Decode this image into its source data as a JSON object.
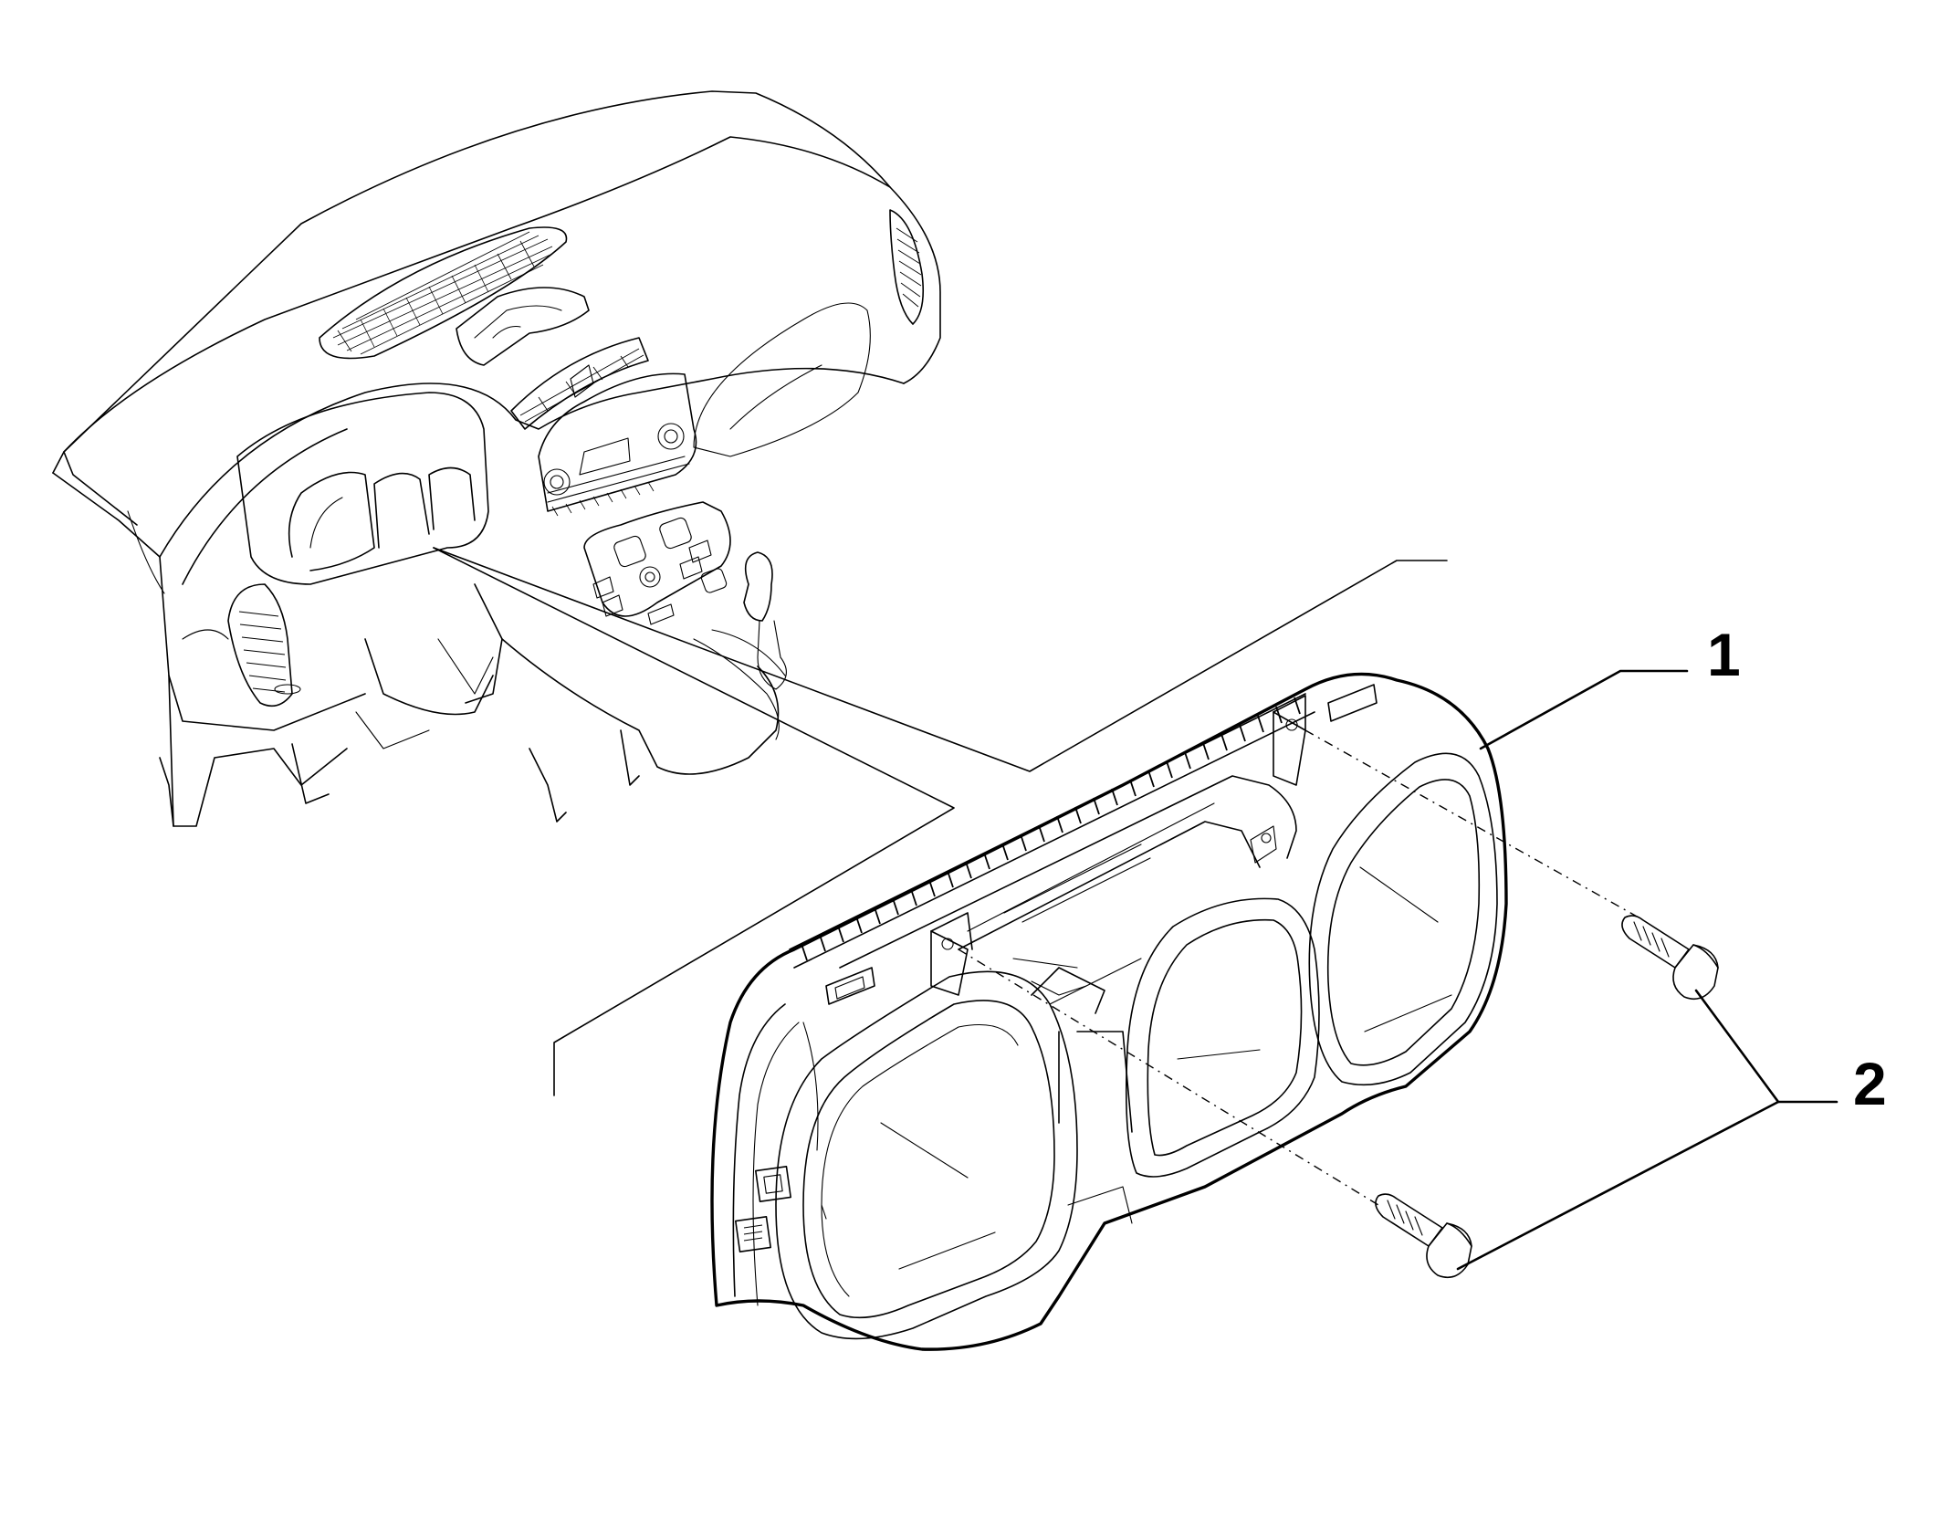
{
  "callouts": [
    {
      "id": "1",
      "label": "1"
    },
    {
      "id": "2",
      "label": "2"
    }
  ],
  "parts": {
    "dashboard": "dashboard-icon",
    "instrument_cluster": "instrument-cluster-icon",
    "screw": "screw-icon"
  },
  "colors": {
    "line": "#000000",
    "background": "#ffffff"
  }
}
